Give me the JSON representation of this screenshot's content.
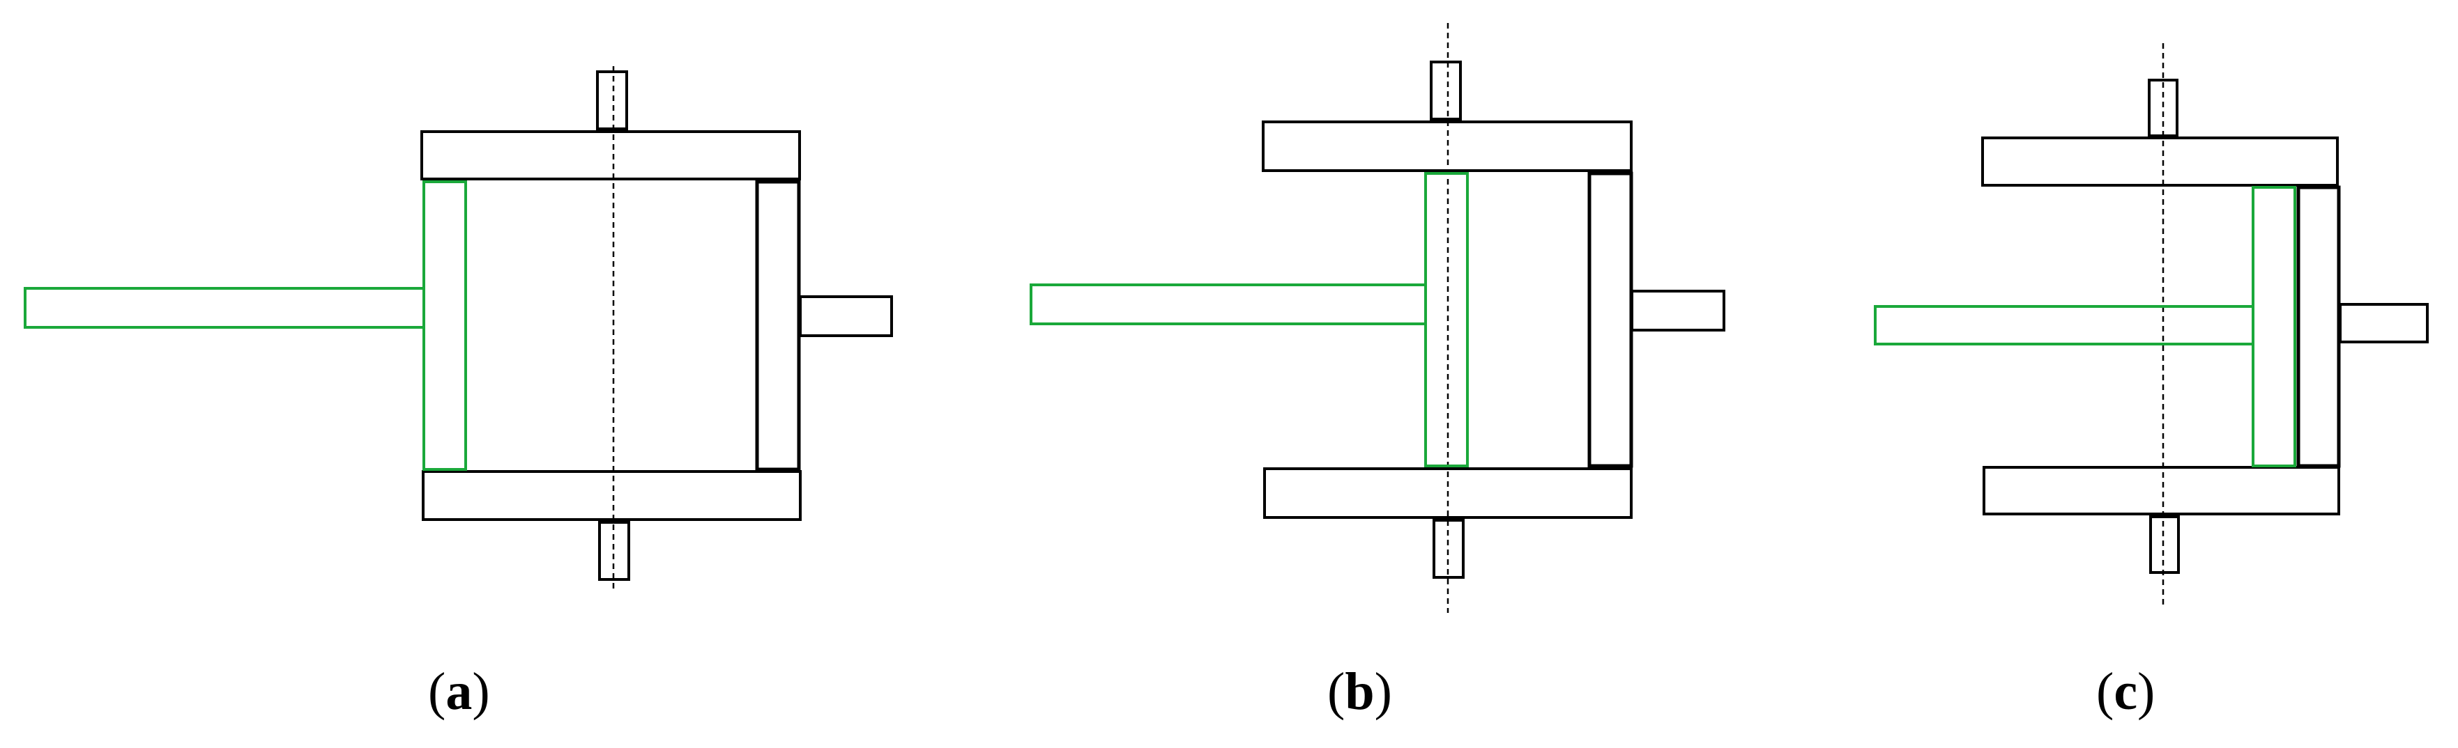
{
  "colors": {
    "outline": "#000000",
    "highlight": "#1aa83a"
  },
  "panels": [
    {
      "id": "a",
      "caption_open": "(",
      "caption_letter": "a",
      "caption_close": ")"
    },
    {
      "id": "b",
      "caption_open": "(",
      "caption_letter": "b",
      "caption_close": ")"
    },
    {
      "id": "c",
      "caption_open": "(",
      "caption_letter": "c",
      "caption_close": ")"
    }
  ]
}
